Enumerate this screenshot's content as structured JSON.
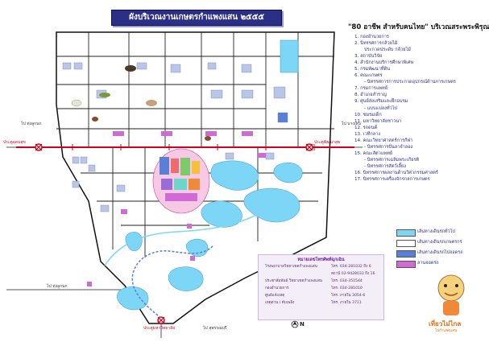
{
  "title": "ผังบริเวณงานเกษตรกำแพงแสน ๒๕๕๕",
  "legend_title": "\"80 อาชีพ สำหรับคนไทย\" บริเวณสระพระพิรุณ",
  "legend_items": [
    {
      "text": "1. กองอำนวยการ",
      "sub": false
    },
    {
      "text": "2. นิทรรศการกล้วยไม้",
      "sub": false
    },
    {
      "text": "ประกวดประดับ กล้วยไม้",
      "sub": true
    },
    {
      "text": "3. สถาบันวิจัย",
      "sub": false
    },
    {
      "text": "4. สำนักงานบริการศึกษาพิเศษ",
      "sub": false
    },
    {
      "text": "5. กรมพัฒนาที่ดิน",
      "sub": false
    },
    {
      "text": "6. คณะเกษตร",
      "sub": false
    },
    {
      "text": "- นิทรรศการการประกวดอุปกรณ์ด้านการเกษตร",
      "sub": true
    },
    {
      "text": "7. กรมการแพทย์",
      "sub": false
    },
    {
      "text": "8. อำเภอสำราญ",
      "sub": false
    },
    {
      "text": "9. ศูนย์ส่งเสริมและฝึกอบรม",
      "sub": false
    },
    {
      "text": "- แบบแปลงทั่วไป",
      "sub": true
    },
    {
      "text": "10. ชมรมเด็ก",
      "sub": false
    },
    {
      "text": "11. มหาวิทยาลัยชาวนา",
      "sub": false
    },
    {
      "text": "12. รถดนต์",
      "sub": false
    },
    {
      "text": "13. เวทีกลาง",
      "sub": false
    },
    {
      "text": "14. คณะวิทยาศาสตร์การกีฬา",
      "sub": false
    },
    {
      "text": "- นิทรรศการปั่นลาจำลอง",
      "sub": true
    },
    {
      "text": "15. คณะสัตวแพทย์",
      "sub": false
    },
    {
      "text": "- นิทรรศการเฉลิมพระเกียรติ",
      "sub": true
    },
    {
      "text": "- นิทรรศการสัตว์เลี้ยง",
      "sub": true
    },
    {
      "text": "16. นิทรรศการผลงานด้านวิศวกรรมศาสตร์",
      "sub": false
    },
    {
      "text": "17. นิทรรศการเครื่องจักรกลการเกษตร",
      "sub": false
    }
  ],
  "key": [
    {
      "label": "เส้นทางเดินรถทั่วไป",
      "color": "#7ed6f7"
    },
    {
      "label": "เส้นทางเดินรถเกษตรกร",
      "color": "#ffffff"
    },
    {
      "label": "เส้นทางเดินรถไปจอดรถ",
      "color": "#5a7fd6"
    },
    {
      "label": "ลานจอดรถ",
      "color": "#d06bd6"
    }
  ],
  "info": {
    "header": "หมายเลขโทรศัพท์ฉุกเฉิน",
    "rows": [
      {
        "label": "โรงพยาบาลวิทยาเขตกำแพงแสน",
        "phone": "โทร. 034-281032 ถึง 6"
      },
      {
        "label": "",
        "phone": "สถานี 02-9428033 ถึง 16"
      },
      {
        "label": "ประชาสัมพันธ์ วิทยาเขตกำแพงแสน",
        "phone": "โทร. 034-351544"
      },
      {
        "label": "กองอำนวยการ",
        "phone": "โทร. 034-281010"
      },
      {
        "label": "ศูนย์แจ้งเหตุ",
        "phone": "โทร. ภายใน 3054-6"
      },
      {
        "label": "เหตุด่วน / ดับเพลิง",
        "phone": "โทร. ภายใน 3711"
      }
    ]
  },
  "road_labels": {
    "left": "ประตูอุดมสุข",
    "right": "ประตูพัฒนาสุข",
    "bottom": "ประตูมหาวิทยาลัย"
  },
  "direction_labels": {
    "left": "ไป ทุ่งลูกนก",
    "right": "ไป บางเลน",
    "bottom_left": "ไป ทุ่งลูกนก",
    "bottom": "ไป สุพรรณบุรี"
  },
  "mascot": {
    "text": "เที่ยวไม่ไกล",
    "sub": "ไปกำแพงแสน"
  },
  "compass": "N",
  "colors": {
    "banner": "#2b2f86",
    "road": "#d0021b",
    "water": "#7ed6f7"
  }
}
